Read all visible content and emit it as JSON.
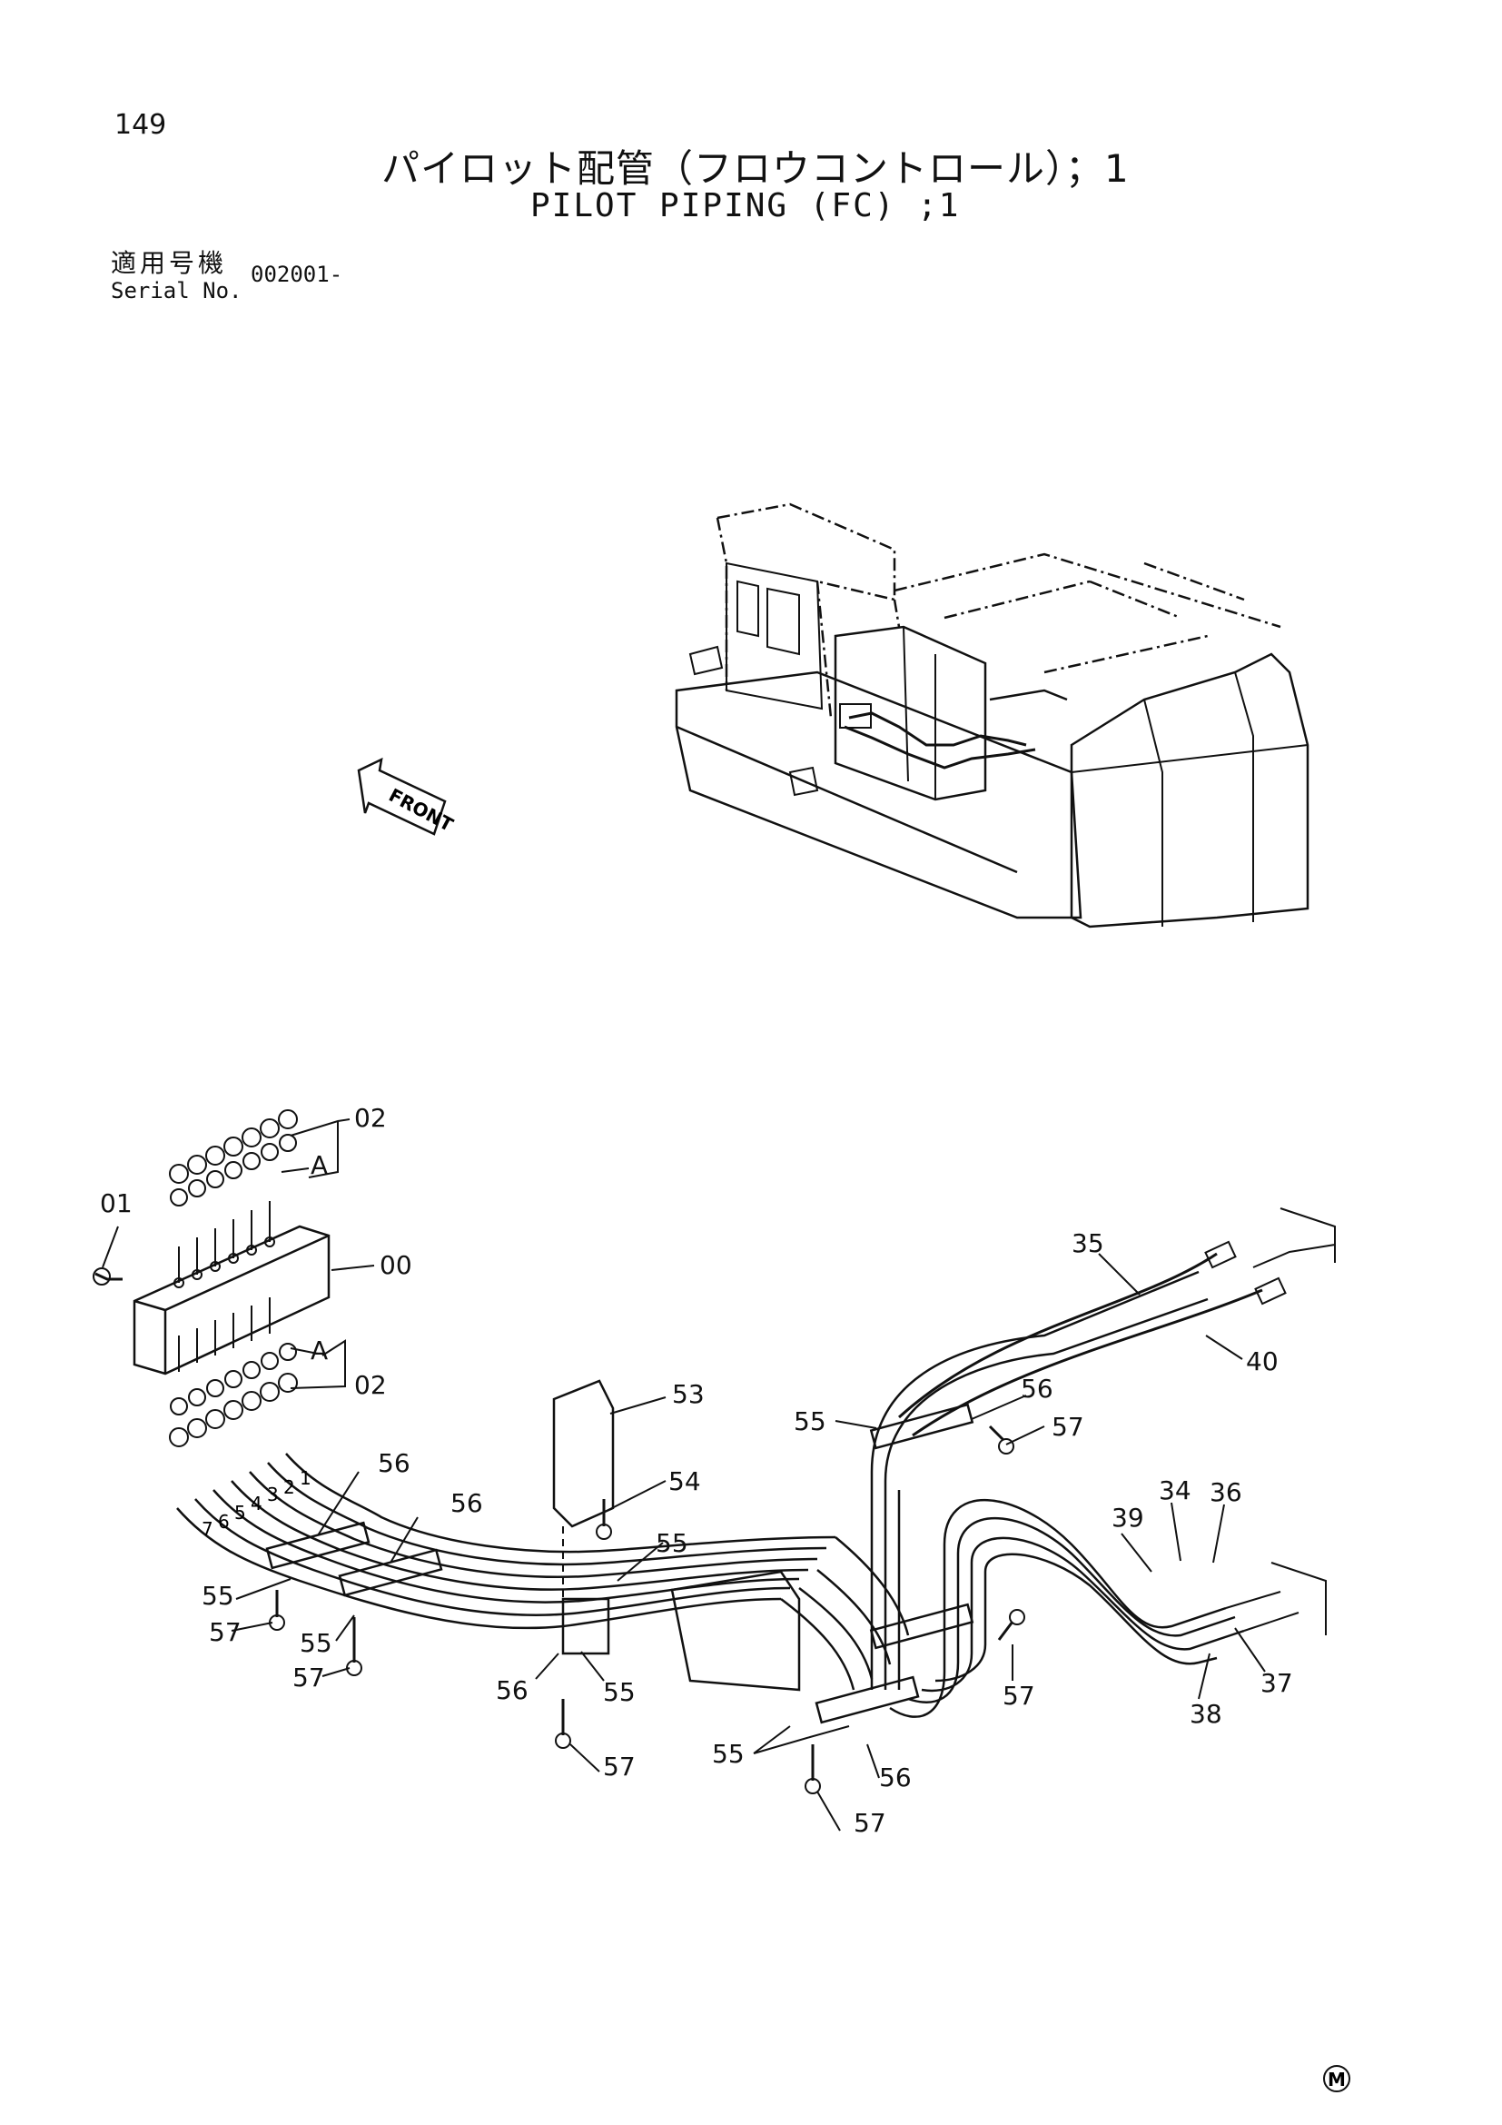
{
  "header": {
    "page_number": "149",
    "title_jp": "パイロット配管（フロウコントロール）；1",
    "title_en": "PILOT PIPING (FC) ;1",
    "serial_label_jp": "適用号機",
    "serial_label_en": "Serial No.",
    "serial_value": "002001-"
  },
  "overview": {
    "front_label": "FRONT"
  },
  "callouts": [
    "02",
    "A",
    "01",
    "00",
    "A",
    "02",
    "56",
    "56",
    "55",
    "57",
    "55",
    "57",
    "53",
    "54",
    "55",
    "56",
    "55",
    "57",
    "55",
    "56",
    "57",
    "35",
    "40",
    "55",
    "56",
    "57",
    "36",
    "34",
    "39",
    "37",
    "38",
    "57"
  ],
  "tube_labels": [
    "1",
    "2",
    "3",
    "4",
    "5",
    "6",
    "7"
  ],
  "footer": {
    "mark": "M"
  }
}
